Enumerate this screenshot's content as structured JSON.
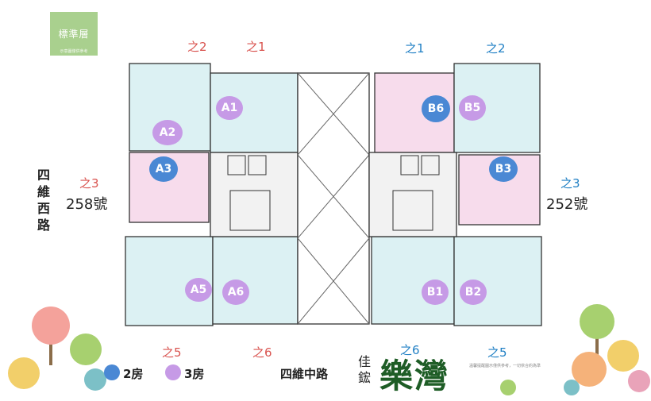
{
  "badge": {
    "title": "標準層",
    "subtitle": "示意圖僅供參考"
  },
  "left_building": {
    "number": "258號",
    "side_street": "四維西路"
  },
  "right_building": {
    "number": "252號"
  },
  "stair_labels": {
    "l_z2": "之2",
    "l_z1": "之1",
    "l_z3": "之3",
    "l_z5": "之5",
    "l_z6": "之6",
    "r_z1": "之1",
    "r_z2": "之2",
    "r_z3": "之3",
    "r_z6": "之6",
    "r_z5": "之5"
  },
  "units": {
    "A1": "A1",
    "A2": "A2",
    "A3": "A3",
    "A5": "A5",
    "A6": "A6",
    "B1": "B1",
    "B2": "B2",
    "B3": "B3",
    "B5": "B5",
    "B6": "B6"
  },
  "legend": {
    "two_room": "2房",
    "three_room": "3房"
  },
  "front_road": "四維中路",
  "brand": {
    "small": "佳鋐",
    "big": "樂灣"
  },
  "note": "溫馨提醒圖示僅供參考，一切依合約為準",
  "colors": {
    "two_room": "#4a88d4",
    "three_room": "#c69ae6",
    "left_label": "#d9534f",
    "right_label": "#1f7fc4",
    "room_blue": "#dcf1f3",
    "room_pink": "#f7dcec"
  }
}
